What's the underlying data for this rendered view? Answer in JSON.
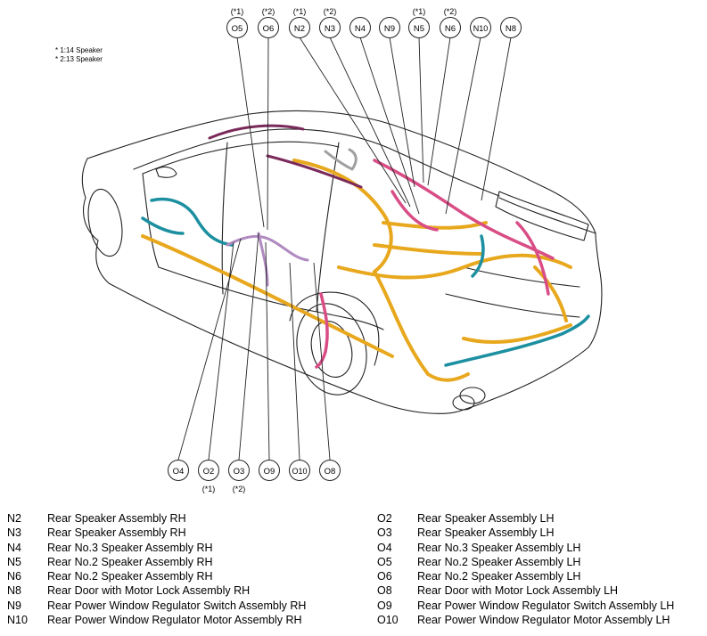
{
  "notes": [
    "* 1:14 Speaker",
    "* 2:13 Speaker"
  ],
  "top_connectors": [
    {
      "code": "O5",
      "note": "(*1)"
    },
    {
      "code": "O6",
      "note": "(*2)"
    },
    {
      "code": "N2",
      "note": "(*1)"
    },
    {
      "code": "N3",
      "note": "(*2)"
    },
    {
      "code": "N4",
      "note": ""
    },
    {
      "code": "N9",
      "note": ""
    },
    {
      "code": "N5",
      "note": "(*1)"
    },
    {
      "code": "N6",
      "note": "(*2)"
    },
    {
      "code": "N10",
      "note": ""
    },
    {
      "code": "N8",
      "note": ""
    }
  ],
  "bottom_connectors": [
    {
      "code": "O4",
      "note": ""
    },
    {
      "code": "O2",
      "note": "(*1)"
    },
    {
      "code": "O3",
      "note": "(*2)"
    },
    {
      "code": "O9",
      "note": ""
    },
    {
      "code": "O10",
      "note": ""
    },
    {
      "code": "O8",
      "note": ""
    }
  ],
  "legend_left": [
    {
      "code": "N2",
      "desc": "Rear Speaker Assembly RH"
    },
    {
      "code": "N3",
      "desc": "Rear Speaker Assembly RH"
    },
    {
      "code": "N4",
      "desc": "Rear No.3 Speaker Assembly RH"
    },
    {
      "code": "N5",
      "desc": "Rear No.2 Speaker Assembly RH"
    },
    {
      "code": "N6",
      "desc": "Rear No.2 Speaker Assembly RH"
    },
    {
      "code": "N8",
      "desc": "Rear Door with Motor Lock Assembly RH"
    },
    {
      "code": "N9",
      "desc": "Rear Power Window Regulator Switch Assembly RH"
    },
    {
      "code": "N10",
      "desc": "Rear Power Window Regulator Motor Assembly RH"
    }
  ],
  "legend_right": [
    {
      "code": "O2",
      "desc": "Rear Speaker Assembly LH"
    },
    {
      "code": "O3",
      "desc": "Rear Speaker Assembly LH"
    },
    {
      "code": "O4",
      "desc": "Rear No.3 Speaker Assembly LH"
    },
    {
      "code": "O5",
      "desc": "Rear No.2 Speaker Assembly LH"
    },
    {
      "code": "O6",
      "desc": "Rear No.2 Speaker Assembly LH"
    },
    {
      "code": "O8",
      "desc": "Rear Door with Motor Lock Assembly LH"
    },
    {
      "code": "O9",
      "desc": "Rear Power Window Regulator Switch Assembly LH"
    },
    {
      "code": "O10",
      "desc": "Rear Power Window Regulator Motor Assembly LH"
    }
  ],
  "colors": {
    "harness_main": "#e8a81e",
    "harness_pink": "#d94d86",
    "harness_teal": "#1c8fa0",
    "harness_purple": "#7a2a5a",
    "harness_lilac": "#b08ac0",
    "harness_grey": "#a0a0a0",
    "outline": "#222222"
  }
}
